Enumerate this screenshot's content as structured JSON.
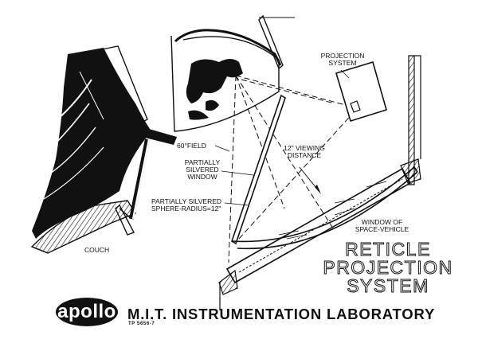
{
  "diagram": {
    "labels": {
      "projection_system": [
        "PROJECTION",
        "SYSTEM"
      ],
      "field": "60°FIELD",
      "viewing_distance": [
        "12\" VIEWING",
        "DISTANCE"
      ],
      "window": [
        "PARTIALLY",
        "SILVERED",
        "WINDOW"
      ],
      "sphere": [
        "PARTIALLY SILVERED",
        "SPHERE-RADIUS=12\""
      ],
      "vehicle_window": [
        "WINDOW OF",
        "SPACE-VEHICLE"
      ],
      "couch": "COUCH"
    },
    "title": [
      "RETICLE",
      "PROJECTION",
      "SYSTEM"
    ]
  },
  "footer": {
    "logo": "apollo",
    "lab": "M.I.T. INSTRUMENTATION LABORATORY",
    "code": "TP 5656-7"
  }
}
